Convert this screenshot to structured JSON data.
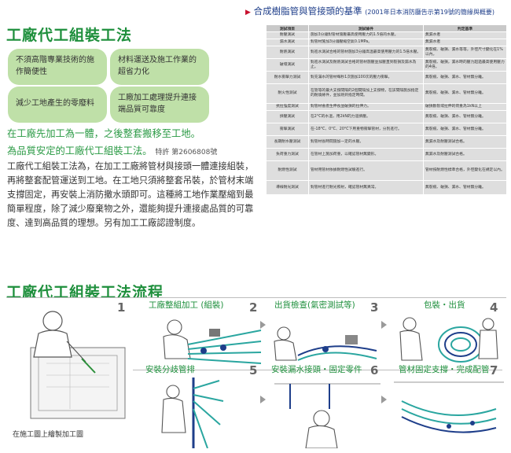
{
  "left": {
    "title": "工廠代工組裝工法",
    "bullets": [
      "不須高階專業技術的施作簡便性",
      "材料運送及施工作業的超省力化",
      "減少工地產生的零廢料",
      "工廠加工處理提升連接端品質可靠度"
    ],
    "lead_line1": "在工廠先加工為一體，之後整套搬移至工地。",
    "lead_line2": "為品質安定的工廠代工組裝工法。",
    "patent": "特許 第2606808號",
    "body": "工廠代工組裝工法為，在加工工廠將管材與接頭一體連接組裝，再將整套配管運送到工地。在工地只須將整套吊裝，於管材末端支撐固定，再安裝上消防撒水頭即可。這種將工地作業壓縮到最簡單程度，除了減少廢棄物之外，還能夠提升連接處品質的可靠度、達到高品質的理想。另有加工工廠認證制度。"
  },
  "standard": {
    "heading": "合成樹脂管與管接頭的基準",
    "note": "(2001年日本消防廳告示第19號的簡緣與概要)",
    "columns": [
      "測試項目",
      "測試條件",
      "判定基準"
    ],
    "rows": [
      [
        "耐壓測試",
        "施加3分鐘對管材施壓最高使用壓力的1.5倍的水壓。",
        "無漏水者"
      ],
      [
        "漏水測試",
        "對管材施加3分鐘壓縮空氣0.1MPa。",
        "無漏水者"
      ],
      [
        "耐熱測試",
        "對進水測試合格的管材施加3分鐘高溫最高使用壓力的1.5倍水壓。",
        "無裂痕、破損、漏水等等，外徑尺寸變化在1%以內。"
      ],
      [
        "破壞測試",
        "對進水測試及耐熱測試合格的管材施壓並加壓直到裂損及漏水為止。",
        "無裂痕、破損，漏水時的壓力超過最高使用壓力的4倍。"
      ],
      [
        "耐水衝擊力測試",
        "對充滿水的管材每秒1次施加100次的壓力衝擊。",
        "無裂痕、破損、漏水、管材無分離。"
      ],
      [
        "耐火性測試",
        "在管等的最大支撐間隔的2個間隔加上支撐物，在該間隔施加指定的耐燒條件，並加熱到指定時間。",
        "無裂痕、破損、漏水、管材無分離。"
      ],
      [
        "抗拉強度測試",
        "對管材會產生伸長並破損的拉伸力。",
        "破損斷裂或拉伸的荷重為1kN以上"
      ],
      [
        "擠壓測試",
        "在2°C的水溫，用2kN的力道擠壓。",
        "無裂痕、破損、漏水、管材無分離。"
      ],
      [
        "衝擊測試",
        "在-18°C、0°C、20°C下用重物衝擊管材，分別進行。",
        "無裂痕、破損、漏水、管材無分離。"
      ],
      [
        "長期耐水壓測試",
        "對管材長時間施加一定的水壓。",
        "無漏水及耐壓測試合格。"
      ],
      [
        "負荷重力測試",
        "在管材上施加荷重，以確認管材無變形。",
        "無漏水及耐壓測試合格。"
      ],
      [
        "耐燃性測試",
        "管材用管材依據耐燃性試驗進行。",
        "管材按耐燃性標準合格，外徑變化在規定以內。"
      ],
      [
        "導線耐光測試",
        "對管材進行耐光照射，確認管材無異常。",
        "無裂痕、破損、漏水、管材無分離。"
      ]
    ]
  },
  "flow": {
    "title": "工廠代工組裝工法流程",
    "steps": [
      {
        "num": "1",
        "label": ""
      },
      {
        "num": "2",
        "label": "工廠整組加工 (組裝)"
      },
      {
        "num": "3",
        "label": "出貨檢查(氣密測試等)"
      },
      {
        "num": "4",
        "label": "包裝・出貨"
      },
      {
        "num": "5",
        "label": "安裝分歧管排"
      },
      {
        "num": "6",
        "label": "安裝漏水接頭・固定零件"
      },
      {
        "num": "7",
        "label": "管材固定支撐・完成配管"
      }
    ],
    "caption": "在施工圖上繪製加工圖"
  },
  "colors": {
    "green": "#1e8f3c",
    "bullet_bg": "#bfe0a8",
    "navy": "#1e3e8a",
    "table_header": "#c9c9c9",
    "table_cell": "#dedede"
  }
}
